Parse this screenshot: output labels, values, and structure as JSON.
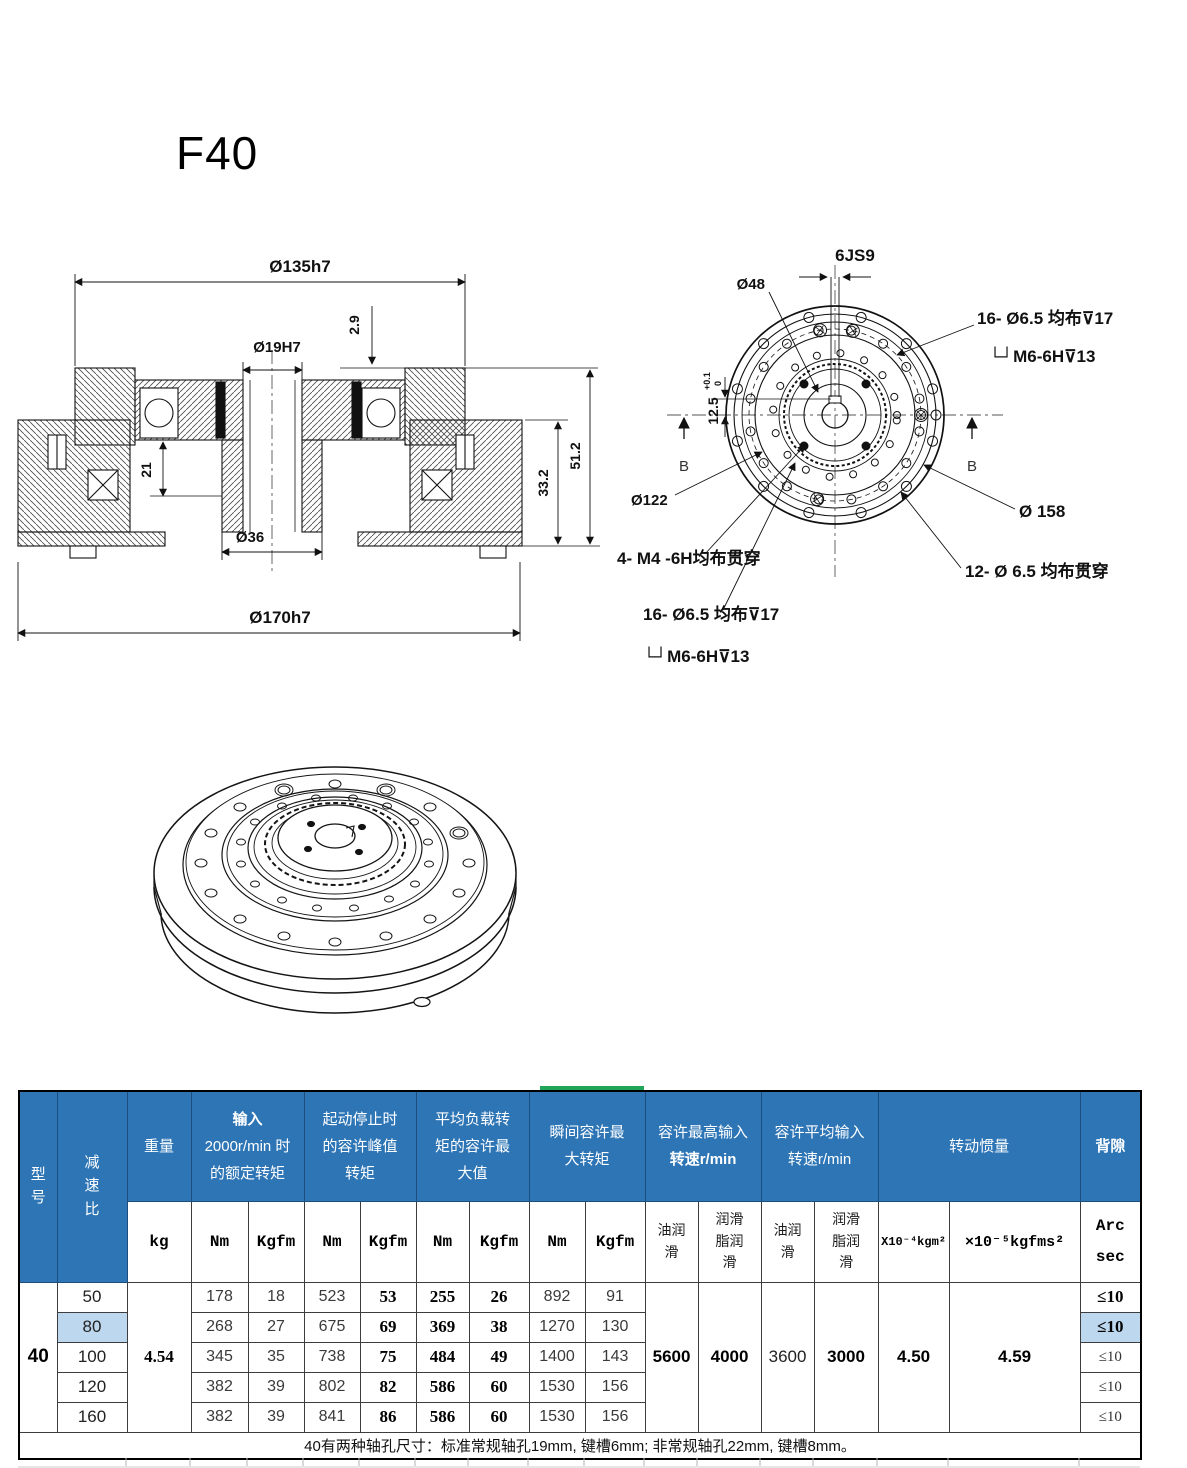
{
  "page": {
    "title": "F40"
  },
  "section_view": {
    "d135": "Ø135h7",
    "d19": "Ø19H7",
    "t29": "2.9",
    "t21": "21",
    "d36": "Ø36",
    "d170": "Ø170h7",
    "t332": "33.2",
    "t512": "51.2"
  },
  "front_view": {
    "keyway": "6JS9",
    "d48": "Ø48",
    "t125": "12.5",
    "tol_hi": "+0.1",
    "tol_lo": "0",
    "b": "B",
    "d122": "Ø122",
    "d158": "Ø 158",
    "m4_note": "4- M4 -6H均布贯穿",
    "h12_note": "12- Ø 6.5 均布贯穿",
    "h16_note": "16- Ø6.5 均布⊽17",
    "m6_note": "└┘M6-6H⊽13"
  },
  "table": {
    "header": {
      "model": "型号",
      "ratio": "减速比",
      "weight": "重量",
      "input_l1": "输入",
      "input_l2": "2000r/min 时的额定转矩",
      "start_stop": "起动停止时的容许峰值转矩",
      "avg_load": "平均负载转矩的容许最大值",
      "instant": "瞬间容许最大转矩",
      "max_input_l1": "容许最高输入",
      "max_input_l2": "转速r/min",
      "avg_input": "容许平均输入转速r/min",
      "inertia": "转动惯量",
      "backlash": "背隙"
    },
    "units": {
      "kg": "kg",
      "nm": "Nm",
      "kgfm": "Kgfm",
      "oil": "油润滑",
      "grease": "润滑脂润滑",
      "inertia_si": "X10⁻⁴kgm²",
      "inertia_kgf": "×10⁻⁵kgfms²",
      "arcsec": "Arc\nsec"
    },
    "model": "40",
    "weight": "4.54",
    "rows": [
      {
        "ratio": "50",
        "v": [
          "178",
          "18",
          "523",
          "53",
          "255",
          "26",
          "892",
          "91"
        ],
        "backlash": "≤10"
      },
      {
        "ratio": "80",
        "v": [
          "268",
          "27",
          "675",
          "69",
          "369",
          "38",
          "1270",
          "130"
        ],
        "backlash": "≤10"
      },
      {
        "ratio": "100",
        "v": [
          "345",
          "35",
          "738",
          "75",
          "484",
          "49",
          "1400",
          "143"
        ],
        "backlash": "≤10"
      },
      {
        "ratio": "120",
        "v": [
          "382",
          "39",
          "802",
          "82",
          "586",
          "60",
          "1530",
          "156"
        ],
        "backlash": "≤10"
      },
      {
        "ratio": "160",
        "v": [
          "382",
          "39",
          "841",
          "86",
          "586",
          "60",
          "1530",
          "156"
        ],
        "backlash": "≤10"
      }
    ],
    "merged": {
      "oil_max": "5600",
      "grease_max": "4000",
      "oil_avg": "3600",
      "grease_avg": "3000",
      "inertia_si": "4.50",
      "inertia_kgf": "4.59"
    },
    "note": "40有两种轴孔尺寸：标准常规轴孔19mm, 键槽6mm; 非常规轴孔22mm, 键槽8mm。"
  }
}
